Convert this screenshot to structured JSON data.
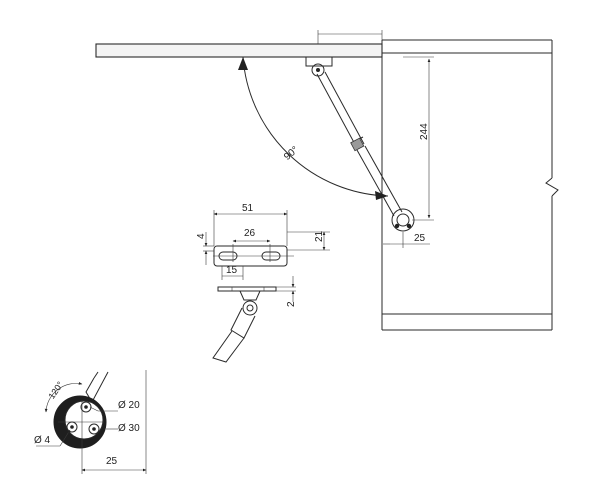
{
  "labels": {
    "angle_open": "90°",
    "height": "244",
    "offset": "25",
    "bracket_length": "51",
    "slot_spacing": "26",
    "bracket_thickness": "4",
    "bracket_height": "21",
    "hole_offset": "15",
    "plate_thickness": "2",
    "angle_mount": "120°",
    "diameter_small": "Ø 4",
    "diameter_20": "Ø 20",
    "diameter_30": "Ø 30",
    "base_width": "25"
  }
}
